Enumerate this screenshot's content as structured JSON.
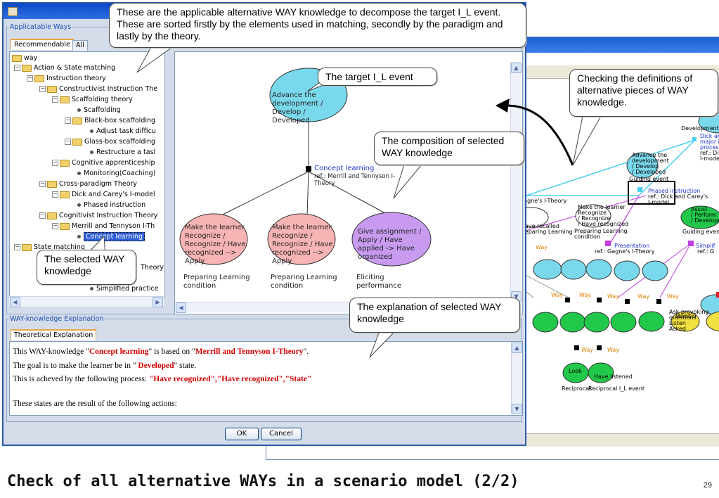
{
  "tree": {
    "group_label": "Applicatable Ways",
    "tabs": [
      "Recommendable",
      "All"
    ],
    "items": [
      {
        "label": "way"
      },
      {
        "label": "Action & State matching"
      },
      {
        "label": "Instruction theory"
      },
      {
        "label": "Constructivist Instruction The"
      },
      {
        "label": "Scaffolding theory"
      },
      {
        "label": "Scaffolding"
      },
      {
        "label": "Black-box scaffolding"
      },
      {
        "label": "Adjust task difficu"
      },
      {
        "label": "Glass-box scaffolding"
      },
      {
        "label": "Restructure a tasl"
      },
      {
        "label": "Cognitive apprenticeship"
      },
      {
        "label": "Monitoring(Coaching)"
      },
      {
        "label": "Cross-paradigm Theory"
      },
      {
        "label": "Dick and Carey's I-model"
      },
      {
        "label": "Phased instruction"
      },
      {
        "label": "Cognitivist Instruction Theory"
      },
      {
        "label": "Merrill and Tennyson I-Th"
      },
      {
        "label": "Concept learning"
      },
      {
        "label": "State matching"
      },
      {
        "label": "Theory"
      },
      {
        "label": "Simplified practice"
      }
    ]
  },
  "diagram": {
    "target": "Advance the development / Develop / Developed",
    "way_label": "Concept learning",
    "way_ref": "ref.: Merrill and Tennyson I-Theory",
    "children": [
      {
        "text": "Make the learner Recognize / Recognize / Have recognized --> Apply",
        "caption": "Preparing Learning condition"
      },
      {
        "text": "Make the learner Recognize / Recognize / Have recognized --> Apply",
        "caption": "Preparing Learning condition"
      },
      {
        "text": "Give assignment / Apply / Have applied -> Have organized",
        "caption": "Eliciting performance"
      }
    ]
  },
  "explanation": {
    "group_label": "WAY-knowledge Explanation",
    "tab": "Theoretical Explanation",
    "line1_a": "This WAY-knowledge \"",
    "line1_b": "Concept learning",
    "line1_c": "\" is based on \"",
    "line1_d": "Merrill and Tennyson I-Theory",
    "line1_e": "\".",
    "line2_a": "The goal is to make the learner be in \"",
    "line2_b": " Developed",
    "line2_c": "\" state.",
    "line3_a": "This is acheved by the following process: ",
    "line3_b": "\"Have recognized\",\"Have recognized\",\"State\"",
    "line4": "These states are the result of the following actions:"
  },
  "buttons": {
    "ok": "OK",
    "cancel": "Cancel"
  },
  "callouts": {
    "top": "These are the applicable alternative WAY knowledge to decompose the target I_L event. These are sorted firstly by the elements used in matching, secondly by the paradigm and lastly by the theory.",
    "target": "The target I_L event",
    "composition": "The composition of selected WAY knowledge",
    "selected": "The selected WAY knowledge",
    "explanation": "The explanation of selected WAY knowledge",
    "checking": "Checking the definitions of alternative pieces of WAY knowledge."
  },
  "background_model": {
    "labels": [
      "Developmenta",
      "Dick ar",
      "major ir",
      "proces",
      "ref.: Di",
      "I-mode",
      "Advance the",
      "development",
      "/ Develop",
      "/ Developed",
      "Guiding event",
      "Phased instruction",
      "ref.: Dick and Carey's",
      "I-model",
      "Assist",
      "/ Perform",
      "/ Developed",
      "Guiding event",
      "Make the learner",
      "Recognize",
      "/ Recognize",
      "/ Have recognized",
      "Preparing Learning",
      "condition",
      "Presentation",
      "ref.: Gagne's I-Theory",
      "Simplif",
      "ref.: G",
      "Gagne's I-Theory",
      "Have recalled",
      "Preparing Learning",
      "Way",
      "Way",
      "Way",
      "Way",
      "Way",
      "Way",
      "Way",
      "Way",
      "Look",
      "Have listened",
      "Reciprocal",
      "Reciprocal I_L event",
      "Ask provoking",
      "questions",
      "Listen",
      "Asked",
      "Monitor"
    ]
  },
  "slide": {
    "title": "Check of all alternative WAYs in a scenario model (2/2)",
    "page": "29"
  },
  "colors": {
    "pink_node": "#f5a0a0",
    "purple_node": "#c89af0",
    "blue_node": "#7ad8ec",
    "green_node": "#22c84a",
    "yellow_node": "#f0e040",
    "title_bar": "#0a49c7"
  }
}
